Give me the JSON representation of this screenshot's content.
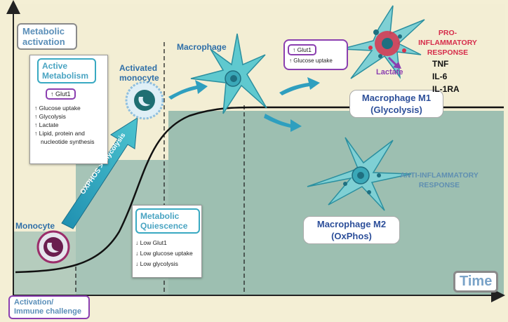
{
  "axes": {
    "y_label": "Metabolic activation",
    "x_label": "Time",
    "origin_label": "Activation/ Immune challenge"
  },
  "active_metabolism": {
    "title": "Active Metabolism",
    "glut": "↑ Glut1",
    "items": [
      "↑ Glucose uptake",
      "↑ Glycolysis",
      "↑ Lactate",
      "↑ Lipid, protein and",
      "nucleotide synthesis"
    ]
  },
  "quiescence": {
    "title": "Metabolic Quiescence",
    "items": [
      "↓  Low Glut1",
      "↓  Low glucose uptake",
      "↓  Low glycolysis"
    ]
  },
  "cells": {
    "monocyte": "Monocyte",
    "activated_monocyte": "Activated monocyte",
    "macrophage": "Macrophage",
    "arrow_text": "OXPHOS > Glycolysis",
    "m1_line1": "Macrophage M1",
    "m1_line2": "(Glycolysis)",
    "m2_line1": "Macrophage M2",
    "m2_line2": "(OxPhos)"
  },
  "m1_box": {
    "glut": "↑ Glut1",
    "uptake": "↑ Glucose uptake"
  },
  "responses": {
    "pro": "PRO-INFLAMMATORY RESPONSE",
    "anti": "ANTI-INFLAMMATORY RESPONSE",
    "lactate": "Lactate",
    "cytokines": [
      "TNF",
      "IL-6",
      "IL-1RA"
    ]
  },
  "colors": {
    "teal": "#3fb9c5",
    "purple": "#8b3fb0",
    "pro_red": "#d62d4b",
    "anti_blue": "#5f8fb1",
    "label_blue": "#2d4f9a"
  }
}
